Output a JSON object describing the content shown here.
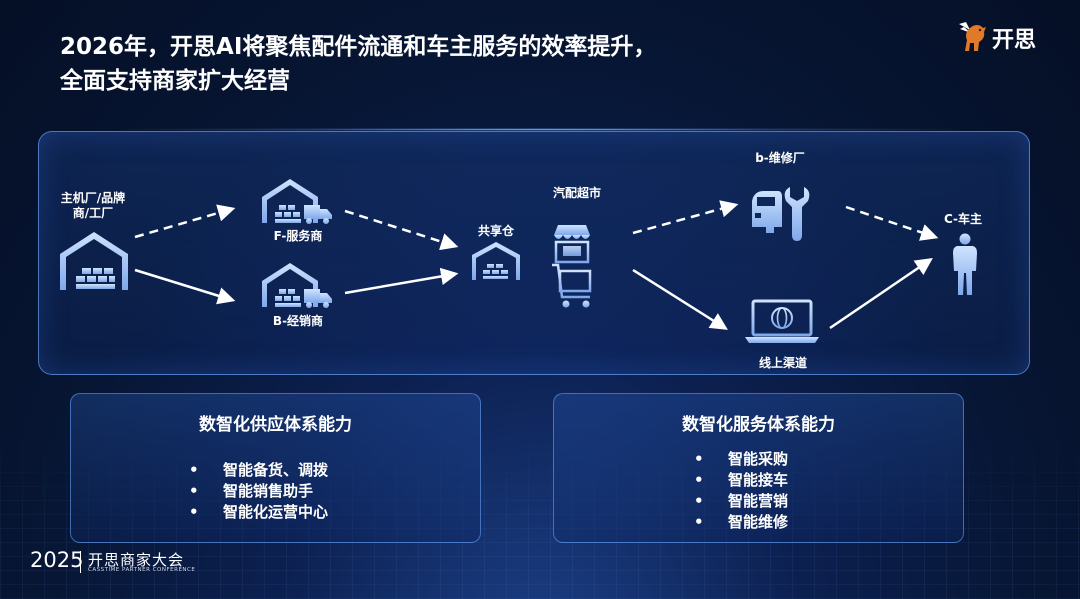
{
  "slide": {
    "title_line1": "2026年，开思AI将聚焦配件流通和车主服务的效率提升，",
    "title_line2": "全面支持商家扩大经营",
    "logo_text": "开思",
    "logo_icon": "winged-horse-icon"
  },
  "diagram": {
    "nodes": {
      "oem": "主机厂/品牌\n商/工厂",
      "f_service": "F-服务商",
      "b_dealer": "B-经销商",
      "shared_warehouse": "共享仓",
      "auto_parts_market": "汽配超市",
      "b_repair": "b-维修厂",
      "online_channel": "线上渠道",
      "c_owner": "C-车主"
    },
    "icons": {
      "oem": "warehouse-icon",
      "f_service": "warehouse-truck-icon",
      "b_dealer": "warehouse-truck-icon",
      "shared_warehouse": "warehouse-icon",
      "auto_parts_market": "shopping-cart-store-icon",
      "b_repair": "car-wrench-icon",
      "online_channel": "laptop-globe-icon",
      "c_owner": "person-icon"
    }
  },
  "capabilities": {
    "supply": {
      "title": "数智化供应体系能力",
      "items": [
        "智能备货、调拨",
        "智能销售助手",
        "智能化运营中心"
      ]
    },
    "service": {
      "title": "数智化服务体系能力",
      "items": [
        "智能采购",
        "智能接车",
        "智能营销",
        "智能维修"
      ]
    }
  },
  "footer": {
    "year": "2025",
    "event_name": "开思商家大会",
    "event_name_en": "CASSTIME PARTNER CONFERENCE"
  }
}
